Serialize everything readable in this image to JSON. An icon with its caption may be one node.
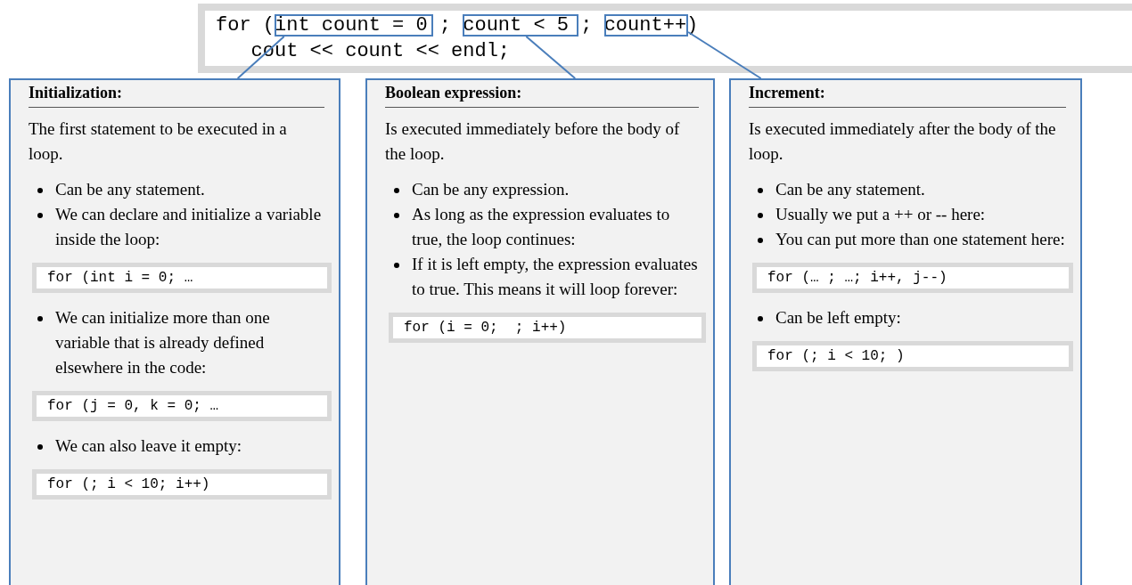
{
  "diagram": {
    "nodes": [
      {
        "text": [
          "for (int count = 0 ; count < 5 ; count++)",
          "cout << count << endl;"
        ]
      },
      {
        "text": [],
        "shape": "box",
        "in": 0
      },
      {
        "text": [],
        "shape": "box",
        "in": 0
      },
      {
        "text": [],
        "shape": "box",
        "in": 0
      },
      {
        "text": [
          "Initialization:",
          "The first statement to be executed in a loop.",
          "Can be any statement.",
          "We can declare and initialize a variable inside the loop:",
          "We can initialize more than one variable that is already defined elsewhere in the code:",
          "We can also leave it empty:"
        ]
      },
      {
        "text": [
          "for (int i = 0; …"
        ],
        "in": 4
      },
      {
        "text": [
          "for (j = 0, k = 0; …"
        ],
        "in": 4
      },
      {
        "text": [
          "for (; i < 10; i++)"
        ],
        "in": 4
      },
      {
        "text": [
          "Boolean expression:",
          "Is executed immediately before the body of the loop.",
          "Can be any expression.",
          "As long as the expression evaluates to true, the loop continues:",
          "If it is left empty, the expression evaluates to true. This means it will loop forever:"
        ]
      },
      {
        "text": [
          "for (i = 0;  ; i++)"
        ],
        "in": 8
      },
      {
        "text": [
          "Increment:",
          "Is executed immediately after the body of the loop.",
          "Can be any statement.",
          "Usually we put a ++ or -- here:",
          "You can put more than one statement here:",
          "Can be left empty:"
        ]
      },
      {
        "text": [
          "for (… ; …; i++, j--)"
        ],
        "in": 10
      },
      {
        "text": [
          "for (; i < 10; )"
        ],
        "in": 10
      }
    ],
    "edges": [
      {
        "from": 1,
        "to": 4,
        "arrow": "none"
      },
      {
        "from": 2,
        "to": 8,
        "arrow": "none"
      },
      {
        "from": 3,
        "to": 10,
        "arrow": "none"
      }
    ]
  }
}
